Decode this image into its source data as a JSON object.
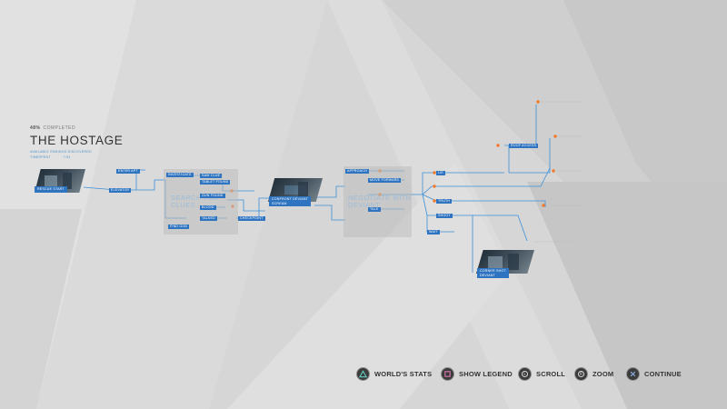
{
  "chapter": {
    "progress_percent": "48%",
    "progress_label": "COMPLETED",
    "title": "THE HOSTAGE",
    "stats_line": "AVAILABLE ENDINGS DISCOVERED",
    "time_label": "TIMESPENT",
    "time_value": "7:51"
  },
  "sections": {
    "search_clues": "SEARCH FOR\nCLUES",
    "negotiate": "NEGOTIATE WITH\nDEVIANT"
  },
  "scenes": {
    "start": "RESCUE START",
    "confront": "CONFRONT DEVIANT\nSCREAM",
    "ending": "CORNER SHOT\nDEVIANT"
  },
  "nodes": [
    {
      "label": "ENTER APT"
    },
    {
      "label": "ELEVATOR"
    },
    {
      "label": "INVESTIGATE"
    },
    {
      "label": "SAW CLUE"
    },
    {
      "label": "TABLET FOUND"
    },
    {
      "label": "GUN FOUND"
    },
    {
      "label": "BLOOD"
    },
    {
      "label": "TALKED"
    },
    {
      "label": "FIND GUN"
    },
    {
      "label": "CHECKPOINT"
    },
    {
      "label": "APPROACH"
    },
    {
      "label": "MOVE FORWARD"
    },
    {
      "label": "TALK"
    },
    {
      "label": "LIE"
    },
    {
      "label": "TRUTH"
    },
    {
      "label": "SHOOT"
    },
    {
      "label": "WAIT"
    },
    {
      "label": "ROOF ACCESS"
    }
  ],
  "footer": {
    "worlds_stats": "WORLD'S STATS",
    "show_legend": "SHOW LEGEND",
    "scroll": "SCROLL",
    "zoom": "ZOOM",
    "continue": "CONTINUE"
  },
  "colors": {
    "accent": "#2f74c0",
    "line": "#3b8fd9",
    "orange": "#f07a2a",
    "background": "#d6d6d6"
  }
}
